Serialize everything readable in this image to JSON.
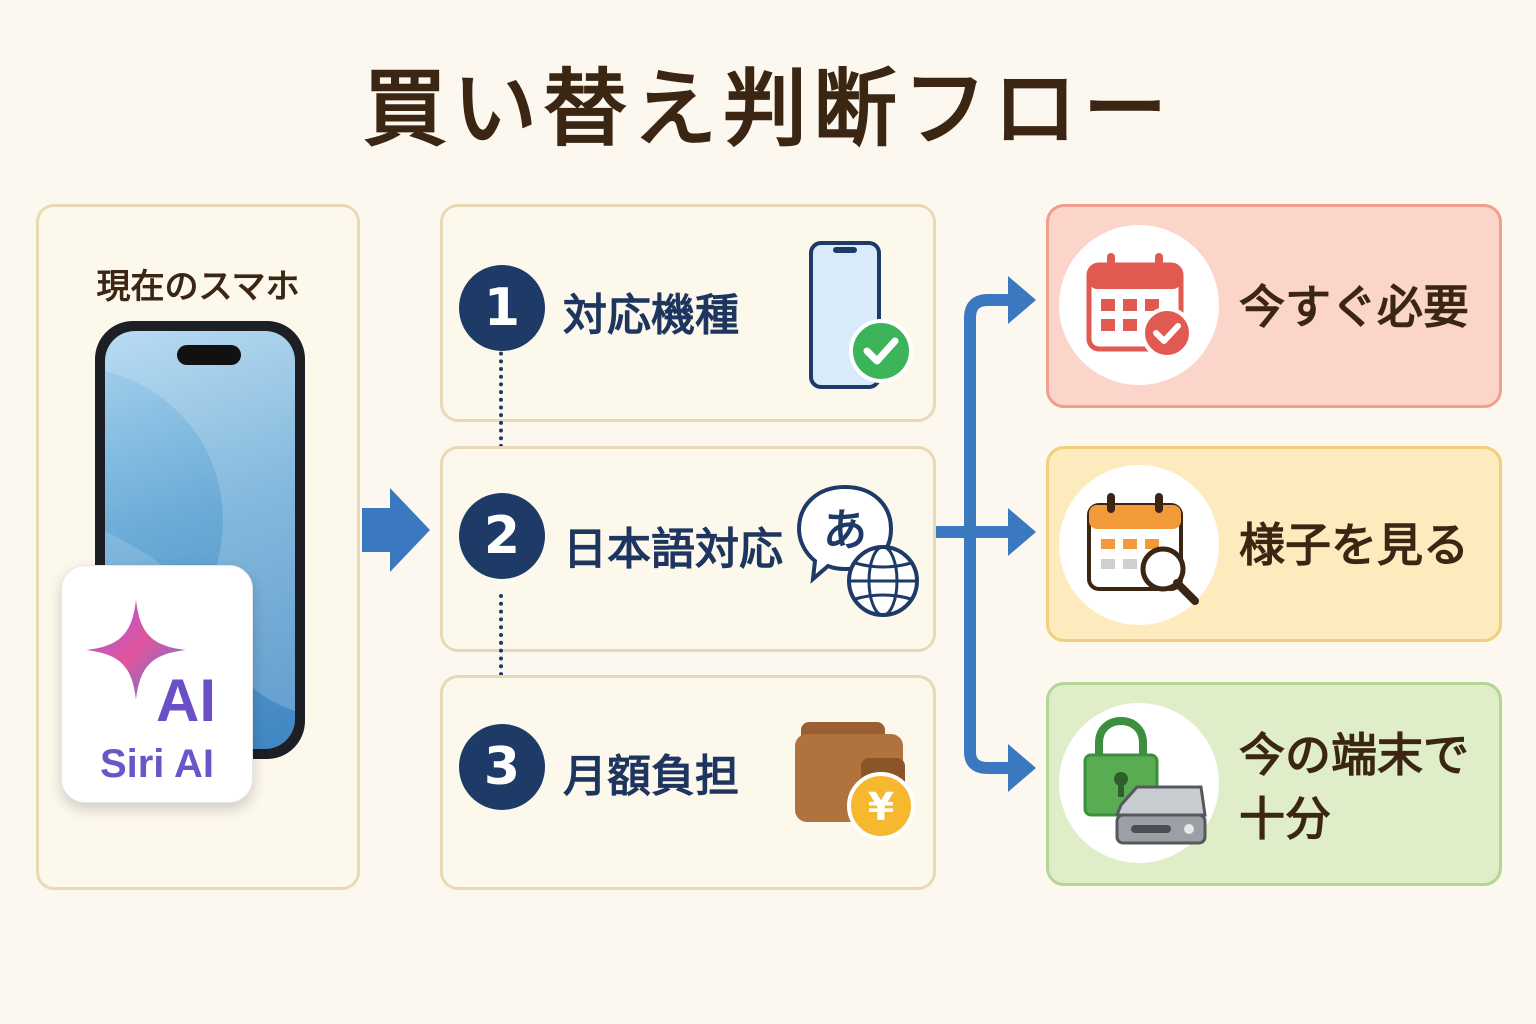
{
  "title": "買い替え判断フロー",
  "current": {
    "label": "現在のスマホ",
    "ai_badge": "AI",
    "siri_label": "Siri AI"
  },
  "steps": [
    {
      "number": "1",
      "label": "対応機種",
      "icon": "phone-check-icon"
    },
    {
      "number": "2",
      "label": "日本語対応",
      "icon": "language-globe-icon",
      "glyph": "あ"
    },
    {
      "number": "3",
      "label": "月額負担",
      "icon": "wallet-yen-icon",
      "glyph": "¥"
    }
  ],
  "results": [
    {
      "lines": [
        "今すぐ必要"
      ],
      "icon": "calendar-check-icon",
      "color": "#fbd5c9"
    },
    {
      "lines": [
        "様子を見る"
      ],
      "icon": "calendar-search-icon",
      "color": "#fdebbd"
    },
    {
      "lines": [
        "今の端末で",
        "十分"
      ],
      "icon": "lock-drive-icon",
      "color": "#dfeec9"
    }
  ],
  "colors": {
    "navy": "#1e3a66",
    "arrow_blue": "#3a78c0",
    "green_check": "#3cb55a",
    "calendar_red": "#e05a52",
    "calendar_orange": "#f29a3a"
  }
}
